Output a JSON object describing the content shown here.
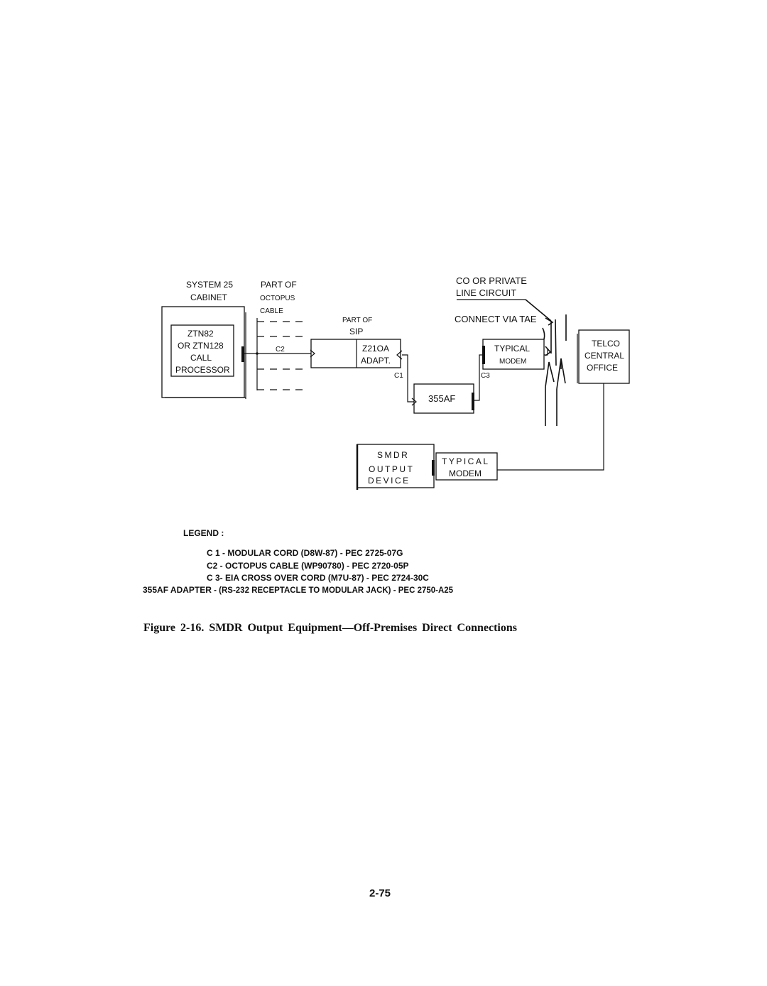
{
  "diagram": {
    "system_label_1": "SYSTEM 25",
    "system_label_2": "CABINET",
    "part_of_1": "PART OF",
    "octopus": "OCTOPUS",
    "cable": "CABLE",
    "co_line_1": "CO OR PRIVATE",
    "co_line_2": "LINE  CIRCUIT",
    "connect_via": "CONNECT VIA TAE",
    "part_of_2": "PART OF",
    "sip": "SIP",
    "processor_1": "ZTN82",
    "processor_2": "OR ZTN128",
    "processor_3": "CALL",
    "processor_4": "PROCESSOR",
    "c2": "C2",
    "adapter_1": "Z21OA",
    "adapter_2": "ADAPT.",
    "c1": "C1",
    "c3": "C3",
    "modem_1": "TYPICAL",
    "modem_2": "MODEM",
    "telco_1": "TELCO",
    "telco_2": "CENTRAL",
    "telco_3": "OFFICE",
    "af355": "355AF",
    "smdr_1": "SMDR",
    "smdr_2": "OUTPUT",
    "smdr_3": "DEVICE",
    "modem2_1": "TYPICAL",
    "modem2_2": "MODEM"
  },
  "legend": {
    "title": "LEGEND  :",
    "c1": "C 1 -  MODULAR  CORD  (D8W-87)  -  PEC  2725-07G",
    "c2": "C2  -   OCTOPUS CABLE  (WP90780)  -  PEC  2720-05P",
    "c3": "C  3-  EIA  CROSS  OVER  CORD  (M7U-87)  -  PEC  2724-30C",
    "af355_prefix": "355AF  ADAPTER",
    "af355_rest": " -  (RS-232 RECEPTACLE TO MODULAR JACK)  -  PEC  2750-A25"
  },
  "caption": "Figure  2-16.  SMDR  Output  Equipment—Off-Premises  Direct  Connections",
  "page_number": "2-75"
}
